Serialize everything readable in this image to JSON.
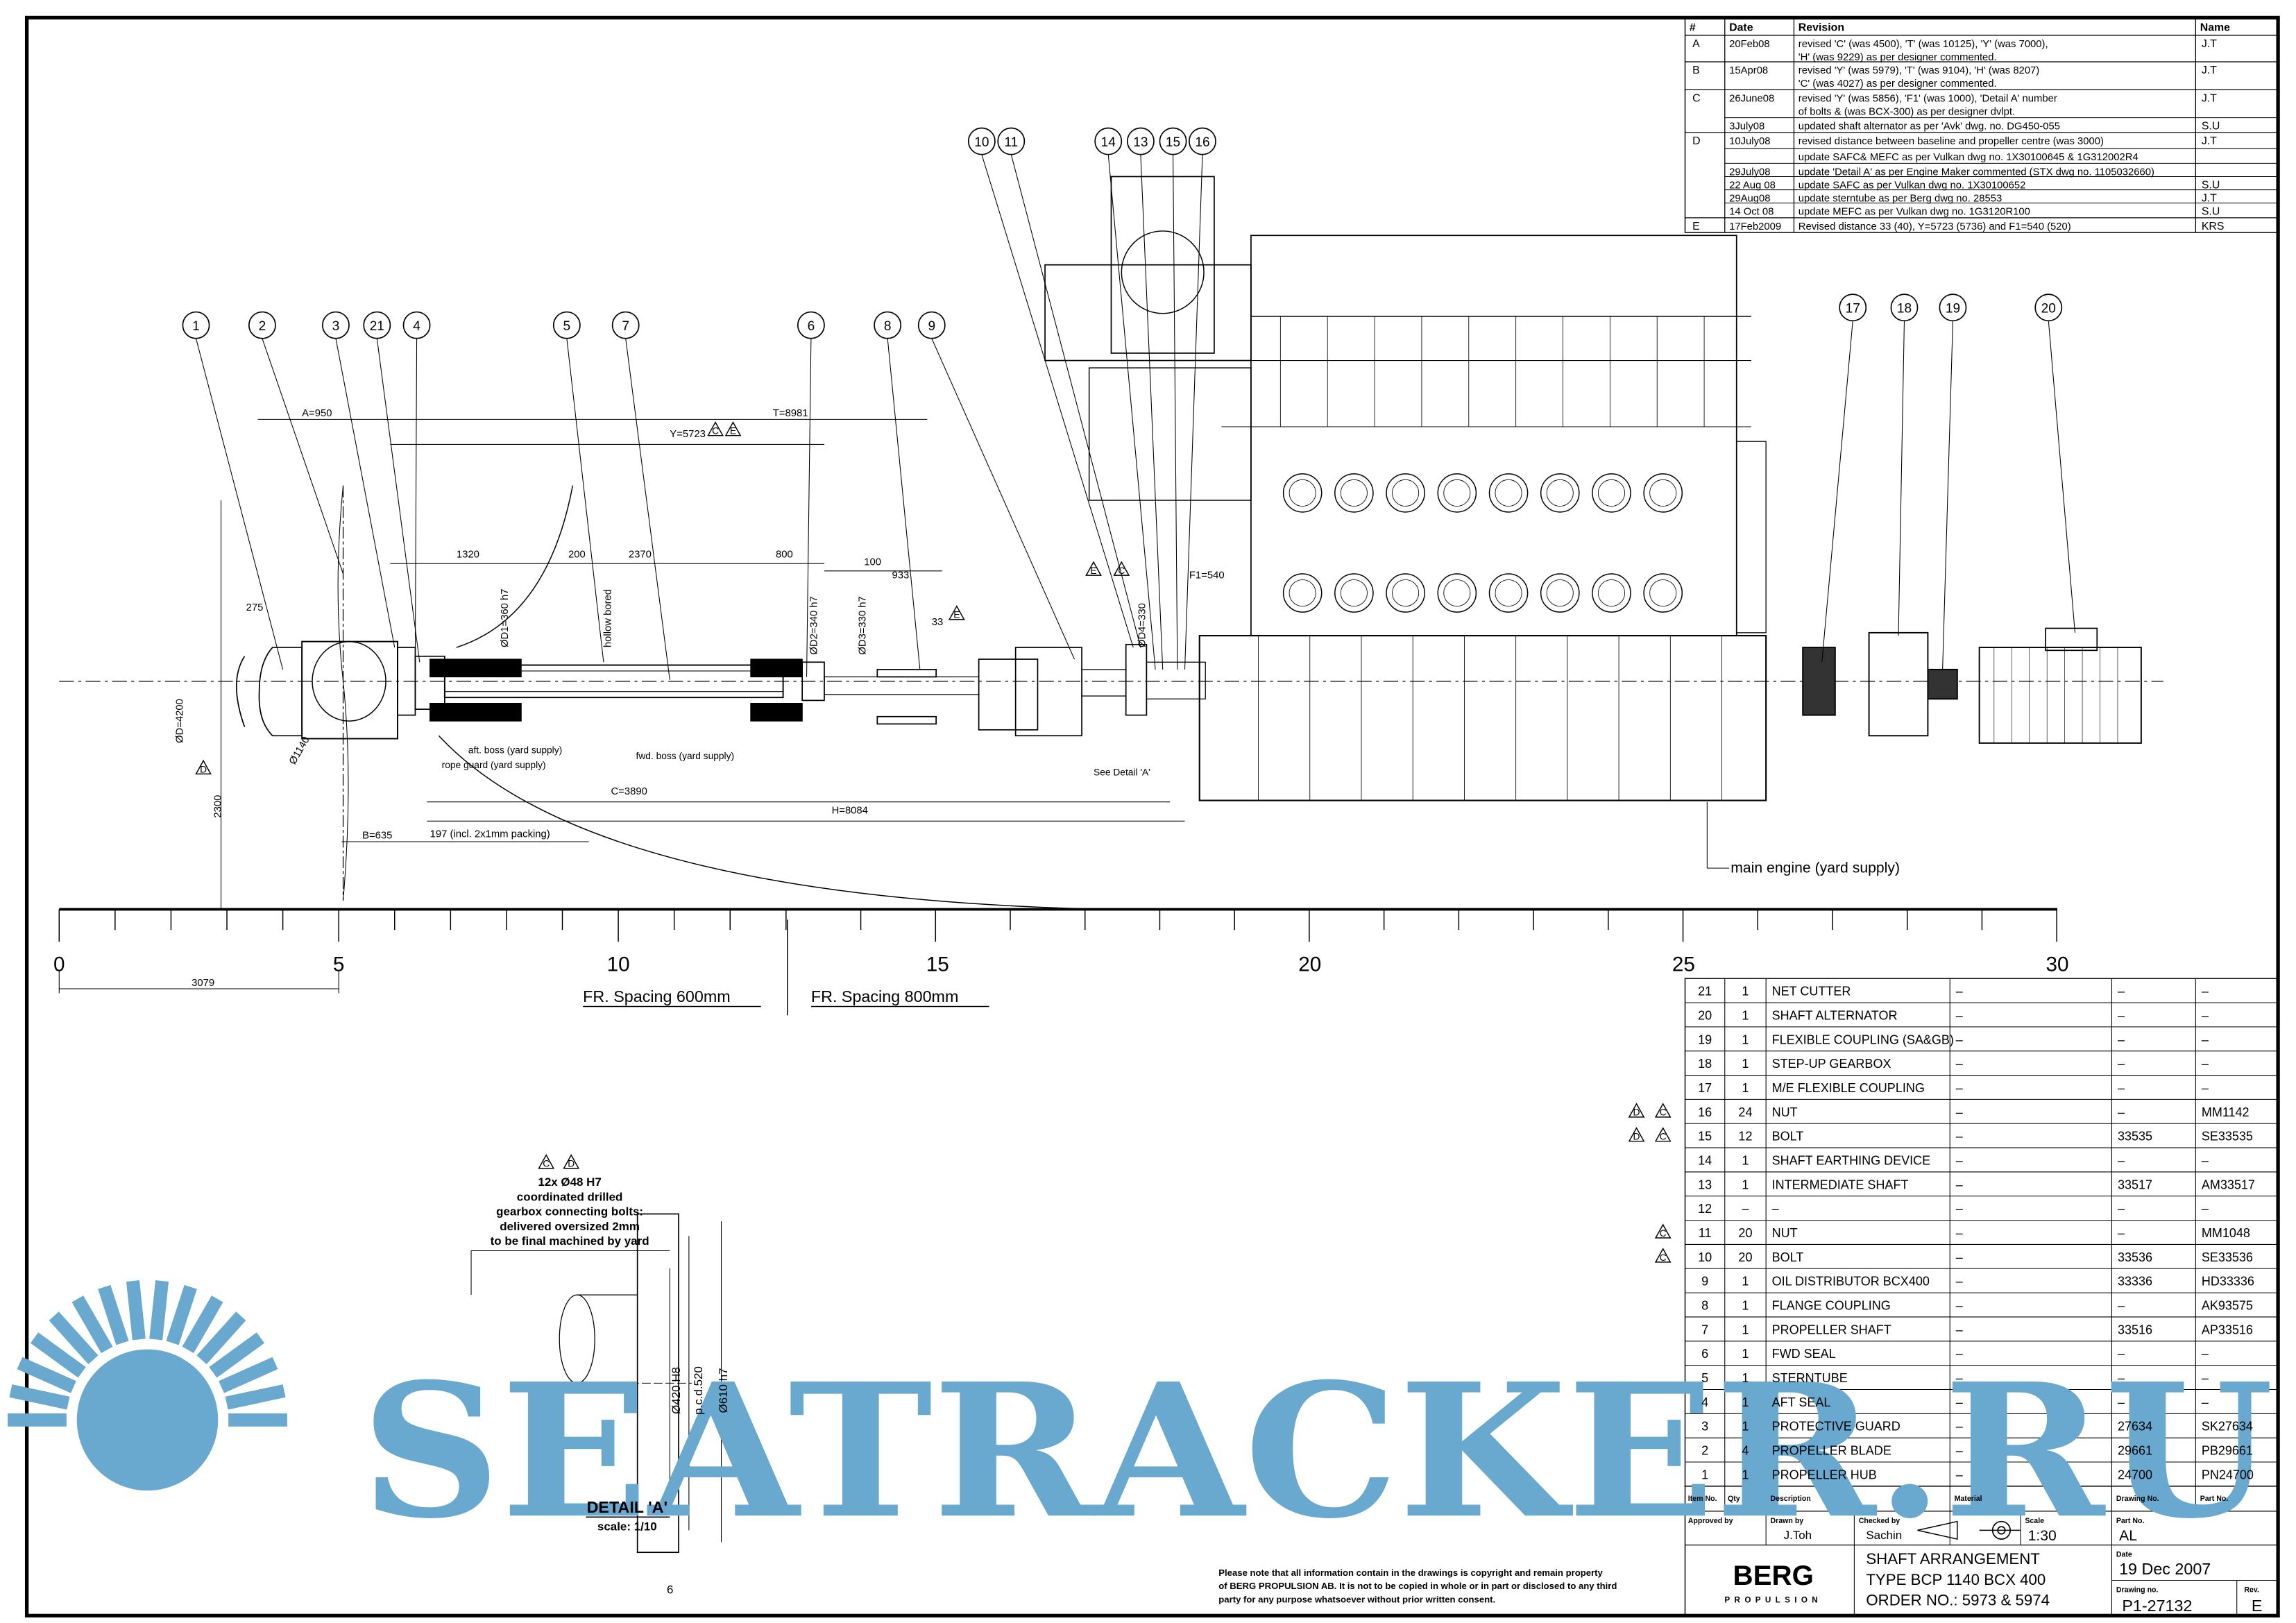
{
  "revision_table": {
    "headers": [
      "#",
      "Date",
      "Revision",
      "Name"
    ],
    "rows": [
      {
        "rev": "A",
        "date": "20Feb08",
        "text": [
          "revised 'C' (was 4500), 'T' (was 10125), 'Y' (was 7000),",
          "'H' (was 9229) as per designer commented."
        ],
        "name": "J.T"
      },
      {
        "rev": "B",
        "date": "15Apr08",
        "text": [
          "revised 'Y' (was 5979), 'T' (was 9104), 'H' (was 8207)",
          "'C' (was 4027) as per designer commented."
        ],
        "name": "J.T"
      },
      {
        "rev": "C",
        "date": "26June08",
        "text": [
          "revised 'Y' (was 5856), 'F1' (was 1000), 'Detail A'  number",
          "of bolts & (was BCX-300) as per designer dvlpt."
        ],
        "name": "J.T"
      },
      {
        "rev": "",
        "date": "3July08",
        "text": [
          "updated shaft alternator as per 'Avk' dwg. no. DG450-055"
        ],
        "name": "S.U"
      },
      {
        "rev": "D",
        "date": "10July08",
        "text": [
          "revised distance between baseline and propeller centre (was 3000)"
        ],
        "name": "J.T"
      },
      {
        "rev": "",
        "date": "",
        "text": [
          "update SAFC& MEFC as per Vulkan dwg no. 1X30100645 & 1G312002R4"
        ],
        "name": ""
      },
      {
        "rev": "",
        "date": "29July08",
        "text": [
          "update 'Detail A' as per Engine Maker commented (STX dwg no. 1105032660)"
        ],
        "name": ""
      },
      {
        "rev": "",
        "date": "22 Aug 08",
        "text": [
          "update SAFC as per Vulkan dwg no. 1X30100652"
        ],
        "name": "S.U"
      },
      {
        "rev": "",
        "date": "29Aug08",
        "text": [
          "update sterntube as per Berg dwg no. 28553"
        ],
        "name": "J.T"
      },
      {
        "rev": "",
        "date": "14 Oct 08",
        "text": [
          "update MEFC as per Vulkan dwg no. 1G3120R100"
        ],
        "name": "S.U"
      },
      {
        "rev": "E",
        "date": "17Feb2009",
        "text": [
          "Revised distance 33 (40), Y=5723 (5736) and F1=540 (520)"
        ],
        "name": "KRS"
      }
    ]
  },
  "balloons": [
    "1",
    "2",
    "3",
    "21",
    "4",
    "5",
    "7",
    "6",
    "8",
    "9",
    "10",
    "11",
    "14",
    "13",
    "15",
    "16",
    "17",
    "18",
    "19",
    "20"
  ],
  "dimensions": {
    "a": "A=950",
    "t": "T=8981",
    "y": "Y=5723",
    "d1320": "1320",
    "d200": "200",
    "d2370": "2370",
    "d800": "800",
    "d100": "100",
    "d933": "933",
    "d33": "33",
    "d275": "275",
    "od": "ØD=4200",
    "d2300": "2300",
    "hub": "Ø1140",
    "b": "B=635",
    "d197": "197 (incl. 2x1mm packing)",
    "c": "C=3890",
    "h": "H=8084",
    "od1": "ØD1=360 h7",
    "hollow": "hollow bored",
    "od2": "ØD2=340 h7",
    "od3": "ØD3=330 h7",
    "od4": "ØD4=330",
    "f1": "F1=540",
    "d3079": "3079"
  },
  "callouts": {
    "aft_boss": "aft. boss (yard supply)",
    "rope_guard": "rope guard (yard supply)",
    "fwd_boss": "fwd. boss (yard supply)",
    "see_detail": "See Detail 'A'",
    "main_engine": "main engine (yard supply)",
    "fr600": "FR. Spacing 600mm",
    "fr800": "FR. Spacing 800mm"
  },
  "rev_markers": {
    "y1": "C",
    "y2": "E",
    "d33": "E",
    "f1a": "E",
    "f1b": "C",
    "d2300": "D",
    "detail1": "C",
    "detail2": "D"
  },
  "ruler_labels": [
    "0",
    "5",
    "10",
    "15",
    "20",
    "25",
    "30"
  ],
  "detail_a": {
    "note": [
      "12x  Ø48  H7",
      "coordinated  drilled",
      "gearbox  connecting  bolts:",
      "delivered  oversized  2mm",
      "to  be  final  machined  by  yard"
    ],
    "dims": [
      "Ø420 H8",
      "p.c.d.520",
      "Ø610 h7",
      "6"
    ],
    "title": "DETAIL 'A'",
    "scale": "scale: 1/10"
  },
  "parts_list": [
    {
      "item": "21",
      "qty": "1",
      "desc": "NET CUTTER",
      "mat": "–",
      "dwg": "–",
      "part": "–",
      "rev": []
    },
    {
      "item": "20",
      "qty": "1",
      "desc": "SHAFT ALTERNATOR",
      "mat": "–",
      "dwg": "–",
      "part": "–",
      "rev": []
    },
    {
      "item": "19",
      "qty": "1",
      "desc": "FLEXIBLE COUPLING (SA&GB)",
      "mat": "–",
      "dwg": "–",
      "part": "–",
      "rev": []
    },
    {
      "item": "18",
      "qty": "1",
      "desc": "STEP-UP GEARBOX",
      "mat": "–",
      "dwg": "–",
      "part": "–",
      "rev": []
    },
    {
      "item": "17",
      "qty": "1",
      "desc": "M/E FLEXIBLE COUPLING",
      "mat": "–",
      "dwg": "–",
      "part": "–",
      "rev": []
    },
    {
      "item": "16",
      "qty": "24",
      "desc": "NUT",
      "mat": "–",
      "dwg": "–",
      "part": "MM1142",
      "rev": [
        "D",
        "C"
      ]
    },
    {
      "item": "15",
      "qty": "12",
      "desc": "BOLT",
      "mat": "–",
      "dwg": "33535",
      "part": "SE33535",
      "rev": [
        "D",
        "C"
      ]
    },
    {
      "item": "14",
      "qty": "1",
      "desc": "SHAFT EARTHING DEVICE",
      "mat": "–",
      "dwg": "–",
      "part": "–",
      "rev": []
    },
    {
      "item": "13",
      "qty": "1",
      "desc": "INTERMEDIATE SHAFT",
      "mat": "–",
      "dwg": "33517",
      "part": "AM33517",
      "rev": []
    },
    {
      "item": "12",
      "qty": "–",
      "desc": "–",
      "mat": "–",
      "dwg": "–",
      "part": "–",
      "rev": []
    },
    {
      "item": "11",
      "qty": "20",
      "desc": "NUT",
      "mat": "–",
      "dwg": "–",
      "part": "MM1048",
      "rev": [
        "C"
      ]
    },
    {
      "item": "10",
      "qty": "20",
      "desc": "BOLT",
      "mat": "–",
      "dwg": "33536",
      "part": "SE33536",
      "rev": [
        "C"
      ]
    },
    {
      "item": "9",
      "qty": "1",
      "desc": "OIL DISTRIBUTOR BCX400",
      "mat": "–",
      "dwg": "33336",
      "part": "HD33336",
      "rev": []
    },
    {
      "item": "8",
      "qty": "1",
      "desc": "FLANGE COUPLING",
      "mat": "–",
      "dwg": "–",
      "part": "AK93575",
      "rev": []
    },
    {
      "item": "7",
      "qty": "1",
      "desc": "PROPELLER SHAFT",
      "mat": "–",
      "dwg": "33516",
      "part": "AP33516",
      "rev": []
    },
    {
      "item": "6",
      "qty": "1",
      "desc": "FWD SEAL",
      "mat": "–",
      "dwg": "–",
      "part": "–",
      "rev": []
    },
    {
      "item": "5",
      "qty": "1",
      "desc": "STERNTUBE",
      "mat": "–",
      "dwg": "–",
      "part": "–",
      "rev": []
    },
    {
      "item": "4",
      "qty": "1",
      "desc": "AFT SEAL",
      "mat": "–",
      "dwg": "–",
      "part": "–",
      "rev": []
    },
    {
      "item": "3",
      "qty": "1",
      "desc": "PROTECTIVE GUARD",
      "mat": "–",
      "dwg": "27634",
      "part": "SK27634",
      "rev": []
    },
    {
      "item": "2",
      "qty": "4",
      "desc": "PROPELLER BLADE",
      "mat": "–",
      "dwg": "29661",
      "part": "PB29661",
      "rev": []
    },
    {
      "item": "1",
      "qty": "1",
      "desc": "PROPELLER HUB",
      "mat": "–",
      "dwg": "24700",
      "part": "PN24700",
      "rev": []
    }
  ],
  "title_block": {
    "headers": [
      "Item No.",
      "Qty",
      "Description",
      "Material",
      "Drawing No.",
      "Part No."
    ],
    "approved_by_label": "Approved by",
    "drawn_by_label": "Drawn by",
    "drawn_by": "J.Toh",
    "checked_by_label": "Checked by",
    "checked_by": "Sachin",
    "scale_label": "Scale",
    "scale": "1:30",
    "part_no_label": "Part No.",
    "part_no": "AL",
    "date_label": "Date",
    "date": "19 Dec 2007",
    "drawing_no_label": "Drawing no.",
    "drawing_no": "P1-27132",
    "rev_label": "Rev.",
    "rev": "E",
    "title": [
      "SHAFT ARRANGEMENT",
      "TYPE BCP 1140 BCX 400",
      "ORDER NO.: 5973 & 5974"
    ],
    "copyright": [
      "Please note that all information contain in the drawings is copyright and remain property",
      "of BERG PROPULSION AB. It is not to be copied in whole or in part or disclosed to any third",
      "party for any purpose whatsoever without prior written consent."
    ],
    "logo": "BERG",
    "logo_sub": "PROPULSION"
  },
  "watermark": "SEATRACKER.RU",
  "colors": {
    "ink": "#000000",
    "watermark": "#6aa9cf"
  }
}
